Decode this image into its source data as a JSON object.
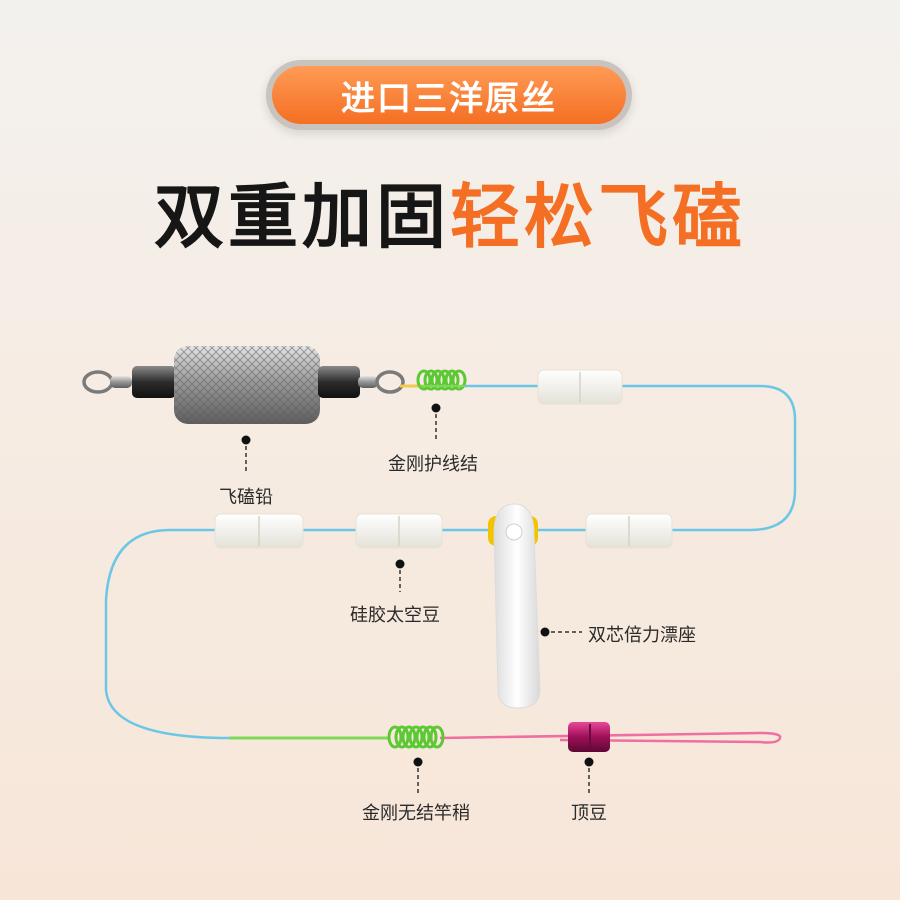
{
  "badge": {
    "text": "进口三洋原丝"
  },
  "headline": {
    "dark": "双重加固",
    "accent": "轻松飞磕"
  },
  "labels": {
    "sinker": "飞磕铅",
    "knot_guard": "金刚护线结",
    "silicone_beads": "硅胶太空豆",
    "float_seat": "双芯倍力漂座",
    "knotless_tip": "金刚无结竿稍",
    "top_bead": "顶豆"
  },
  "colors": {
    "accent": "#f46f23",
    "line_blue": "#6cc7e6",
    "line_green": "#7ed957",
    "line_pink": "#ef6fa0",
    "top_bead": "#c2186d"
  }
}
